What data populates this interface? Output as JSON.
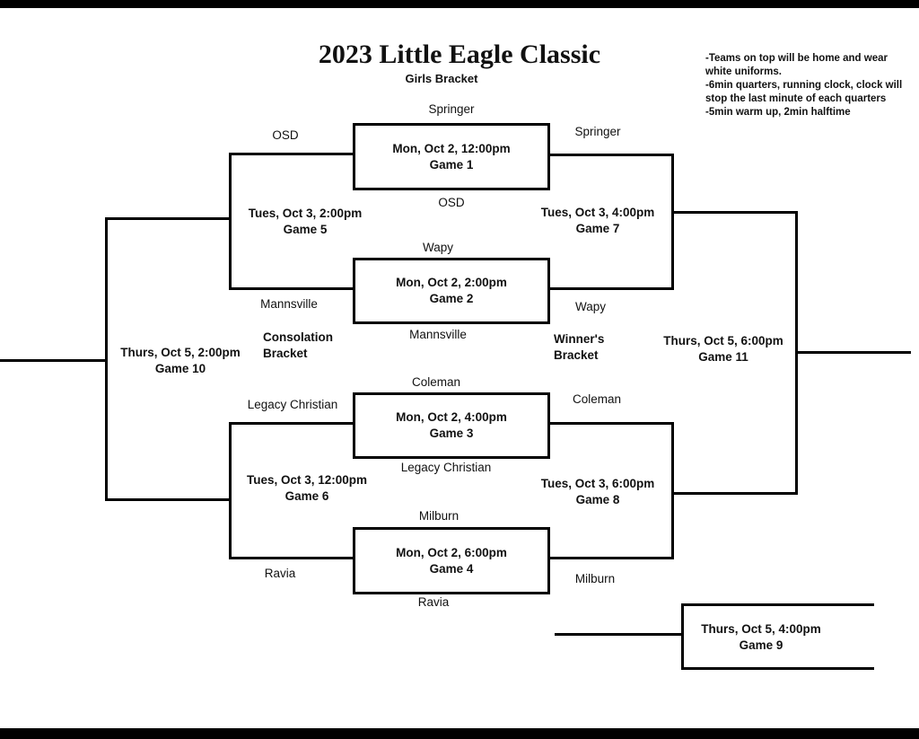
{
  "title": "2023 Little Eagle Classic",
  "subtitle": "Girls Bracket",
  "notes": [
    "-Teams on top will be home and wear white uniforms.",
    "-6min quarters, running clock, clock will stop the last minute of each quarters",
    "-5min warm up, 2min halftime"
  ],
  "labels": {
    "consolation": "Consolation Bracket",
    "winners": "Winner's Bracket"
  },
  "games": {
    "g1": {
      "date": "Mon, Oct 2, 12:00pm",
      "name": "Game 1",
      "home": "Springer",
      "away": "OSD"
    },
    "g2": {
      "date": "Mon, Oct 2, 2:00pm",
      "name": "Game 2",
      "home": "Wapy",
      "away": "Mannsville"
    },
    "g3": {
      "date": "Mon, Oct 2, 4:00pm",
      "name": "Game 3",
      "home": "Coleman",
      "away": "Legacy Christian"
    },
    "g4": {
      "date": "Mon, Oct 2, 6:00pm",
      "name": "Game 4",
      "home": "Milburn",
      "away": "Ravia"
    },
    "g5": {
      "date": "Tues, Oct 3, 2:00pm",
      "name": "Game 5",
      "top": "OSD",
      "bottom": "Mannsville"
    },
    "g6": {
      "date": "Tues, Oct 3, 12:00pm",
      "name": "Game 6",
      "top": "Legacy Christian",
      "bottom": "Ravia"
    },
    "g7": {
      "date": "Tues, Oct 3, 4:00pm",
      "name": "Game 7",
      "top": "Springer",
      "bottom": "Wapy"
    },
    "g8": {
      "date": "Tues, Oct 3, 6:00pm",
      "name": "Game 8",
      "top": "Coleman",
      "bottom": "Milburn"
    },
    "g9": {
      "date": "Thurs, Oct 5, 4:00pm",
      "name": "Game 9"
    },
    "g10": {
      "date": "Thurs, Oct 5, 2:00pm",
      "name": "Game 10"
    },
    "g11": {
      "date": "Thurs, Oct 5, 6:00pm",
      "name": "Game 11"
    }
  }
}
